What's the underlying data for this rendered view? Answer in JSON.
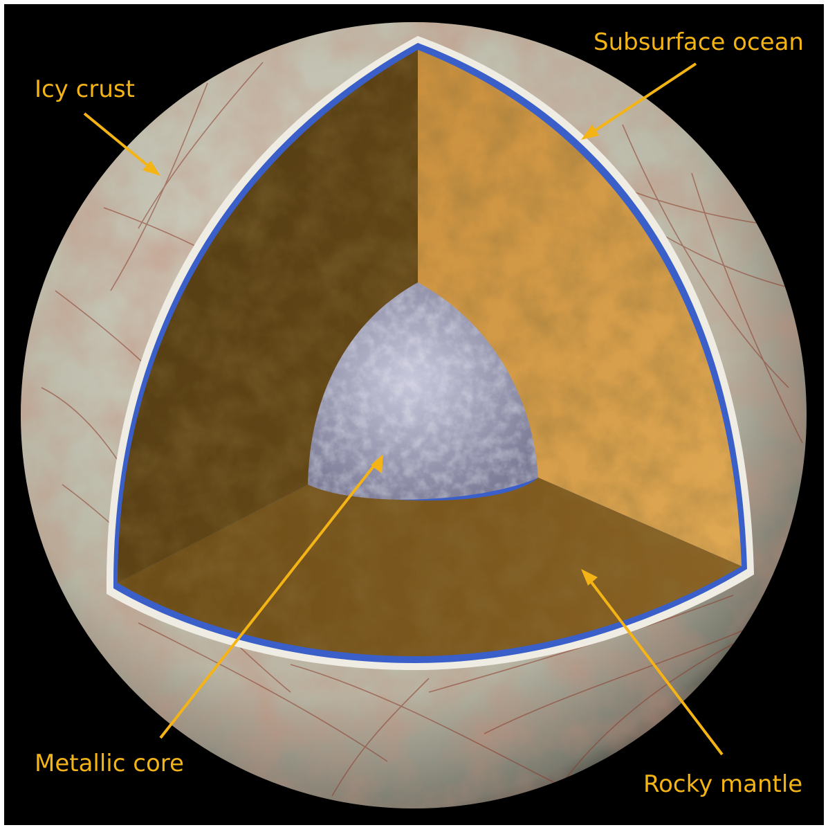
{
  "diagram": {
    "labels": {
      "icy_crust": "Icy crust",
      "subsurface_ocean": "Subsurface ocean",
      "metallic_core": "Metallic core",
      "rocky_mantle": "Rocky mantle"
    },
    "colors": {
      "background": "#000000",
      "frame": "#ffffff",
      "label_text": "#f5b416",
      "arrow": "#f5b416",
      "crust_surface": "#c9c5b4",
      "crust_streaks": "#8a3a2a",
      "ocean": "#3a5fc8",
      "mantle_light": "#d9a24e",
      "mantle_dark": "#5e4314",
      "core": "#9c9cb6"
    }
  }
}
